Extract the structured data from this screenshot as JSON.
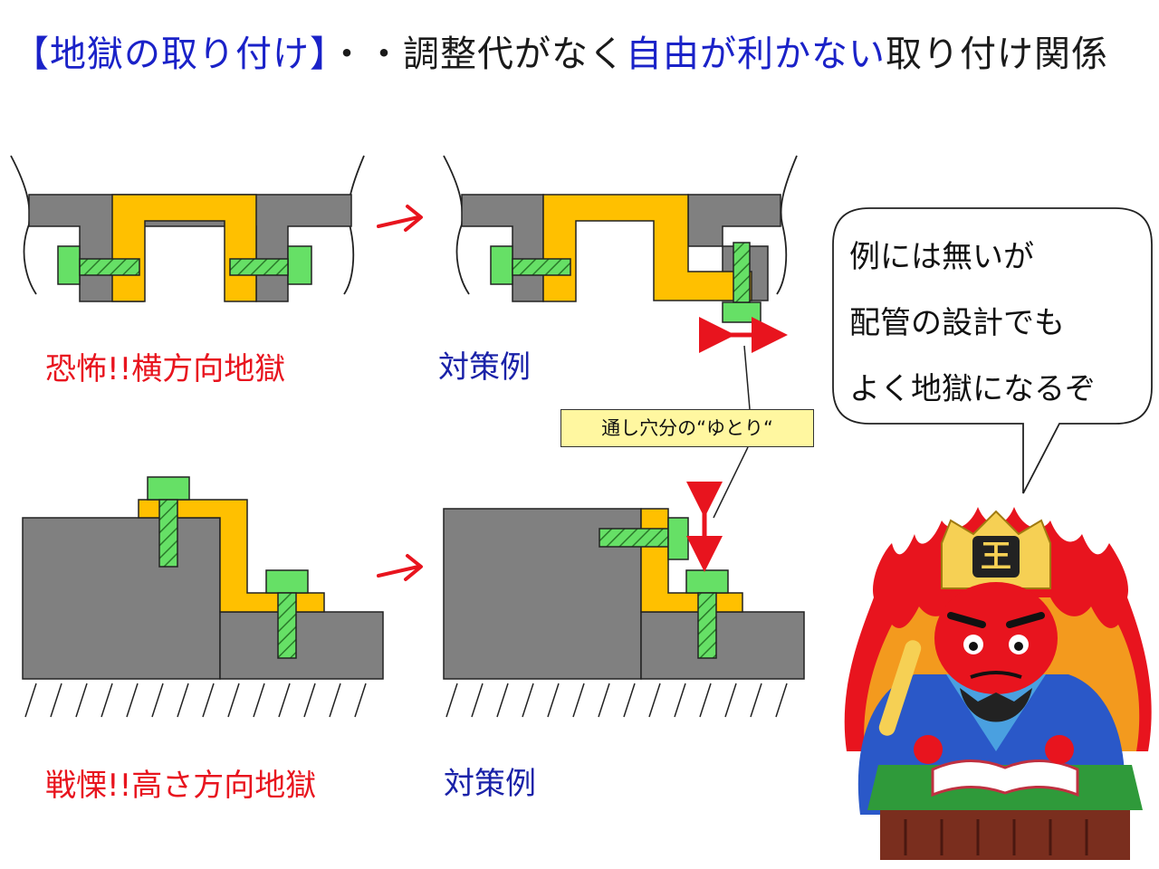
{
  "title": {
    "bracket_part": "【地獄の取り付け】",
    "dots": "・・",
    "text_before": "調整代がなく",
    "highlight": "自由が利かない",
    "text_after": "取り付け関係"
  },
  "labels": {
    "lateral_hell": "恐怖!!横方向地獄",
    "lateral_fix": "対策例",
    "height_hell": "戦慄!!高さ方向地獄",
    "height_fix": "対策例"
  },
  "clearance_note": "通し穴分の“ゆとり“",
  "speech_bubble": {
    "lines": [
      "例には無いが",
      "配管の設計でも",
      "よく地獄になるぞ"
    ]
  },
  "character": {
    "crown_mark": "王"
  },
  "colors": {
    "gray": "#808080",
    "orange": "#ffc000",
    "bolt_green": "#66e066",
    "arrow_red": "#e8141e",
    "title_blue": "#1a22c8",
    "note_yellow": "#fff7a0"
  }
}
